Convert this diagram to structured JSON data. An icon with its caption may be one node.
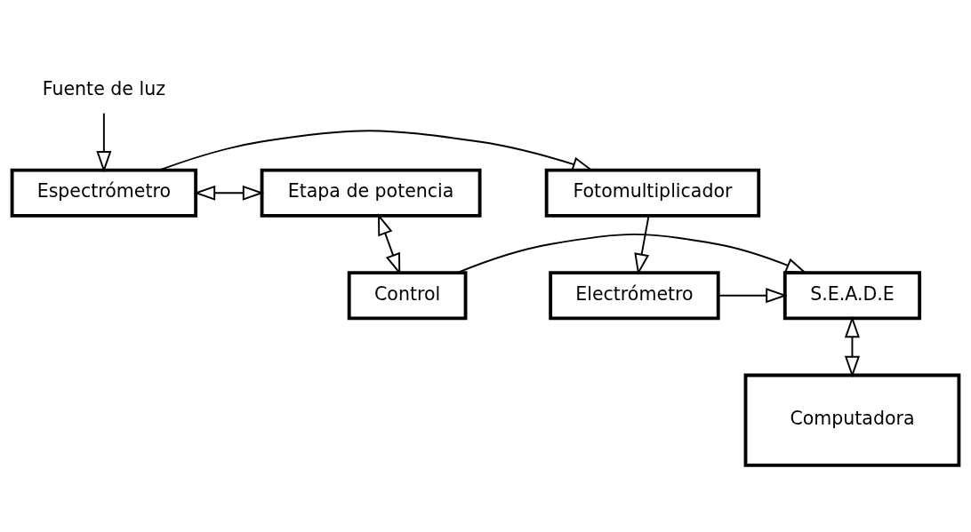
{
  "diagram": {
    "nodes": [
      {
        "text": [
          "Fuente de luz"
        ]
      },
      {
        "text": [
          "Fotomultiplicador"
        ]
      },
      {
        "text": [
          "Espectrómetro"
        ]
      },
      {
        "text": [
          "Etapa de potencia"
        ]
      },
      {
        "text": [
          "Electrómetro"
        ]
      },
      {
        "text": [
          "S.E.A.D.E"
        ]
      },
      {
        "text": [
          "Control"
        ]
      },
      {
        "text": [
          "Computadora"
        ]
      }
    ],
    "edges": [
      {
        "from": 0,
        "to": 2,
        "arrow": "to"
      },
      {
        "from": 2,
        "to": 1,
        "arrow": "to"
      },
      {
        "from": 2,
        "to": 3,
        "arrow": "both"
      },
      {
        "from": 3,
        "to": 6,
        "arrow": "both"
      },
      {
        "from": 1,
        "to": 4,
        "arrow": "to"
      },
      {
        "from": 4,
        "to": 5,
        "arrow": "to"
      },
      {
        "from": 6,
        "to": 5,
        "arrow": "to"
      },
      {
        "from": 5,
        "to": 7,
        "arrow": "both"
      }
    ]
  }
}
